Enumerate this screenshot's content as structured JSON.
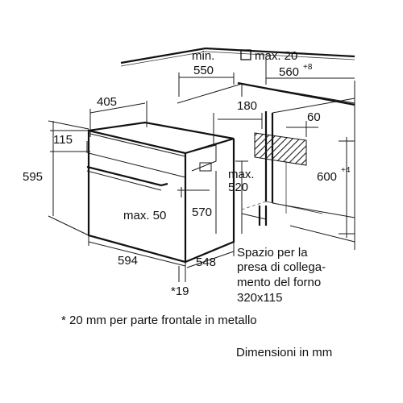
{
  "labels": {
    "min_label": "min.",
    "depth_550": "550",
    "max_20": "max. 20",
    "depth_560": "560",
    "depth_560_sup": "+8",
    "w_405": "405",
    "d_180": "180",
    "d_60": "60",
    "h_115": "115",
    "h_595": "595",
    "h_600": "600",
    "h_600_sup": "+4",
    "max_520_a": "max.",
    "max_520_b": "520",
    "max_50": "max. 50",
    "h_570": "570",
    "w_594": "594",
    "d_548": "548",
    "star_19": "*19"
  },
  "socket_note": {
    "line1": "Spazio per la",
    "line2": "presa di collega-",
    "line3": "mento del forno",
    "line4": "320x115"
  },
  "footnote": "* 20 mm per parte frontale in metallo",
  "units_note": "Dimensioni in mm",
  "colors": {
    "line": "#1a1a1a",
    "hatch": "#222222",
    "background": "#ffffff"
  },
  "icons": {
    "square_symbol": "square-outline-icon"
  }
}
